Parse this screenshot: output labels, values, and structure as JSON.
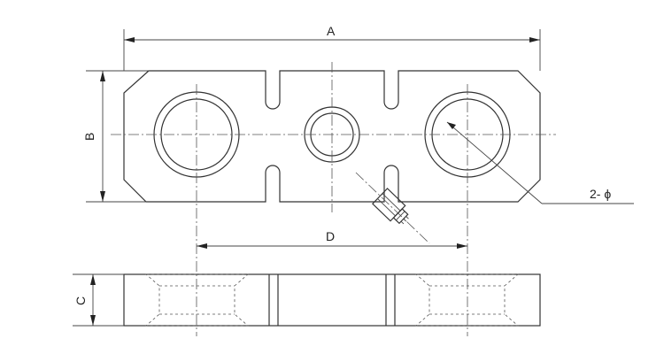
{
  "drawing": {
    "labels": {
      "a": "A",
      "b": "B",
      "c": "C",
      "d": "D",
      "phi": "2- ϕ"
    }
  },
  "colors": {
    "line": "#333333",
    "background": "#ffffff"
  }
}
